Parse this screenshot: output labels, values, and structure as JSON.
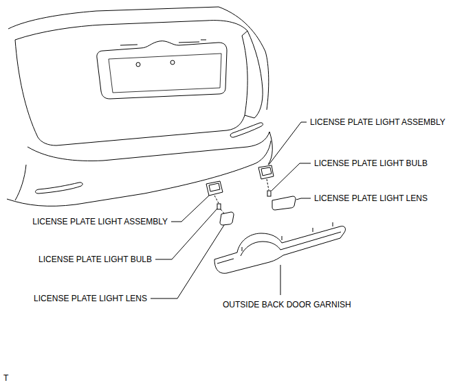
{
  "diagram": {
    "labels": [
      "LICENSE PLATE LIGHT ASSEMBLY",
      "LICENSE PLATE LIGHT BULB",
      "LICENSE PLATE LIGHT LENS",
      "LICENSE PLATE LIGHT ASSEMBLY",
      "LICENSE PLATE LIGHT BULB",
      "LICENSE PLATE LIGHT LENS",
      "OUTSIDE BACK DOOR GARNISH",
      "T"
    ]
  }
}
